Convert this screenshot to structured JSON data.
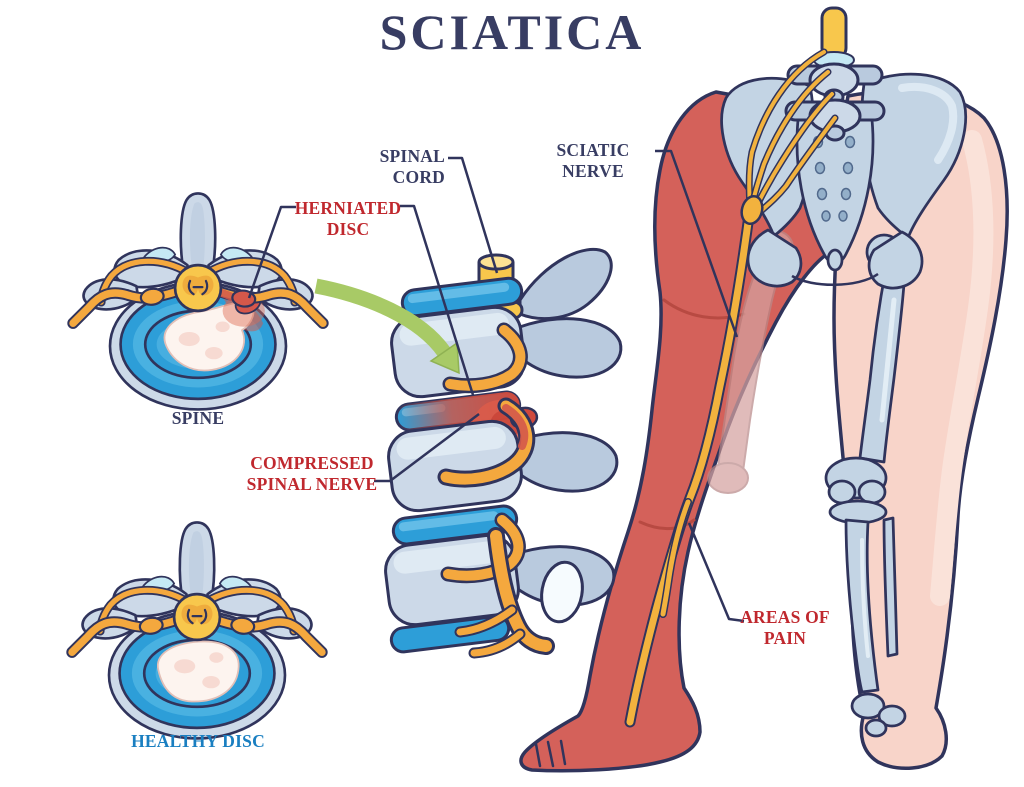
{
  "title": "SCIATICA",
  "labels": {
    "spinal_cord": "SPINAL CORD",
    "sciatic_nerve": "SCIATIC NERVE",
    "herniated_disc": "HERNIATED\nDISC",
    "spine": "SPINE",
    "compressed_spinal_nerve": "COMPRESSED\nSPINAL NERVE",
    "healthy_disc": "HEALTHY DISC",
    "areas_of_pain": "AREAS OF\nPAIN"
  },
  "colors": {
    "title_navy": "#383d63",
    "label_red": "#c0282e",
    "label_blue": "#1a7fc1",
    "outline_navy": "#30345c",
    "bone": "#ccd9e8",
    "bone2": "#c3d4e4",
    "bone_shade": "#b9cade",
    "bone_light": "#e2ecf4",
    "facet_cyan": "#c5e9f4",
    "disc_blue": "#2d9ed8",
    "disc_light": "#4db2e2",
    "nucleus": "#fdf4ef",
    "nucleus_pink": "#f6d5cd",
    "cord_yellow": "#f8c74c",
    "cord_deep": "#eda93c",
    "nerve_orange": "#f4a83e",
    "nerve_yellow": "#f2b23e",
    "inflame_red": "#d5584a",
    "pain_red": "#d4615a",
    "flesh_pink": "#f8d4c9",
    "arrow_green": "#a8ca66"
  }
}
